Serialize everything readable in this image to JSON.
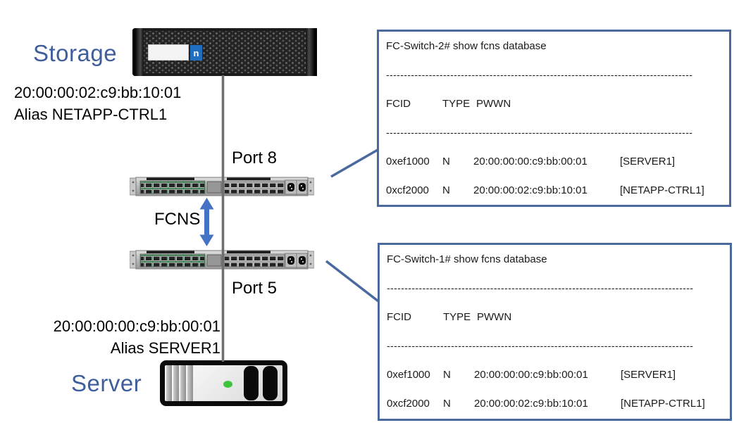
{
  "colors": {
    "accent_blue": "#4472C4",
    "label_blue": "#3F5E9C",
    "box_border_blue": "#4A6A9F",
    "connector_gray": "#6E6E6E"
  },
  "diagram": {
    "storage": {
      "label": "Storage",
      "wwpn": "20:00:00:02:c9:bb:10:01",
      "alias": "Alias NETAPP-CTRL1"
    },
    "server": {
      "label": "Server",
      "wwpn": "20:00:00:00:c9:bb:00:01",
      "alias": "Alias SERVER1"
    },
    "storage_switch_port": "Port 8",
    "server_switch_port": "Port 5",
    "inter_switch_label": "FCNS"
  },
  "consoles": [
    {
      "command": "FC-Switch-2# show fcns database",
      "separator": "--------------------------------------------------------------------------------------",
      "header": {
        "fcid": "FCID",
        "type": "TYPE",
        "pwwn": "PWWN"
      },
      "rows": [
        {
          "fcid": "0xef1000",
          "type": "N",
          "pwwn": "20:00:00:00:c9:bb:00:01",
          "alias": "[SERVER1]"
        },
        {
          "fcid": "0xcf2000",
          "type": "N",
          "pwwn": "20:00:00:02:c9:bb:10:01",
          "alias": "[NETAPP-CTRL1]"
        }
      ]
    },
    {
      "command": "FC-Switch-1# show fcns database",
      "separator": "--------------------------------------------------------------------------------------",
      "header": {
        "fcid": "FCID",
        "type": "TYPE",
        "pwwn": "PWWN"
      },
      "rows": [
        {
          "fcid": "0xef1000",
          "type": "N",
          "pwwn": "20:00:00:00:c9:bb:00:01",
          "alias": "[SERVER1]"
        },
        {
          "fcid": "0xcf2000",
          "type": "N",
          "pwwn": "20:00:00:02:c9:bb:10:01",
          "alias": "[NETAPP-CTRL1]"
        }
      ]
    }
  ]
}
